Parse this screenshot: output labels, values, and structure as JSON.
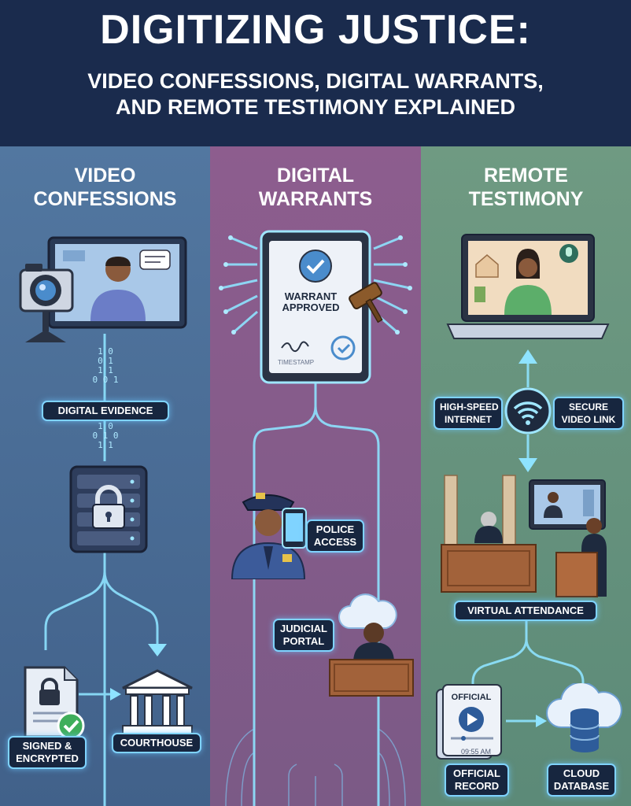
{
  "header": {
    "title": "DIGITIZING JUSTICE:",
    "subtitle_line1": "VIDEO CONFESSIONS, DIGITAL WARRANTS,",
    "subtitle_line2": "AND REMOTE TESTIMONY EXPLAINED"
  },
  "columns": {
    "video": {
      "title_line1": "VIDEO",
      "title_line2": "CONFESSIONS",
      "labels": {
        "digital_evidence": "DIGITAL EVIDENCE",
        "signed_line1": "SIGNED &",
        "signed_line2": "ENCRYPTED",
        "courthouse": "COURTHOUSE"
      },
      "binary_rows": [
        "1 0",
        "0 1",
        "1 1",
        "0 0 1",
        "1 0",
        "0 1 0",
        "1 1"
      ]
    },
    "warrants": {
      "title_line1": "DIGITAL",
      "title_line2": "WARRANTS",
      "tablet": {
        "warrant_line1": "WARRANT",
        "warrant_line2": "APPROVED",
        "timestamp": "TIMESTAMP"
      },
      "labels": {
        "police_line1": "POLICE",
        "police_line2": "ACCESS",
        "judicial_line1": "JUDICIAL",
        "judicial_line2": "PORTAL"
      }
    },
    "testimony": {
      "title_line1": "REMOTE",
      "title_line2": "TESTIMONY",
      "labels": {
        "internet_line1": "HIGH-SPEED",
        "internet_line2": "INTERNET",
        "video_link_line1": "SECURE",
        "video_link_line2": "VIDEO LINK",
        "virtual_attendance": "VIRTUAL ATTENDANCE",
        "official_record_line1": "OFFICIAL",
        "official_record_line2": "RECORD",
        "cloud_line1": "CLOUD",
        "cloud_line2": "DATABASE"
      },
      "record_card": {
        "header": "OFFICIAL",
        "time": "09:55 AM"
      }
    }
  },
  "colors": {
    "header_bg": "#1a2b4d",
    "video_col": "#4c6f99",
    "warrants_col": "#84598a",
    "testimony_col": "#6a9480",
    "glow": "#7fd3ff"
  }
}
